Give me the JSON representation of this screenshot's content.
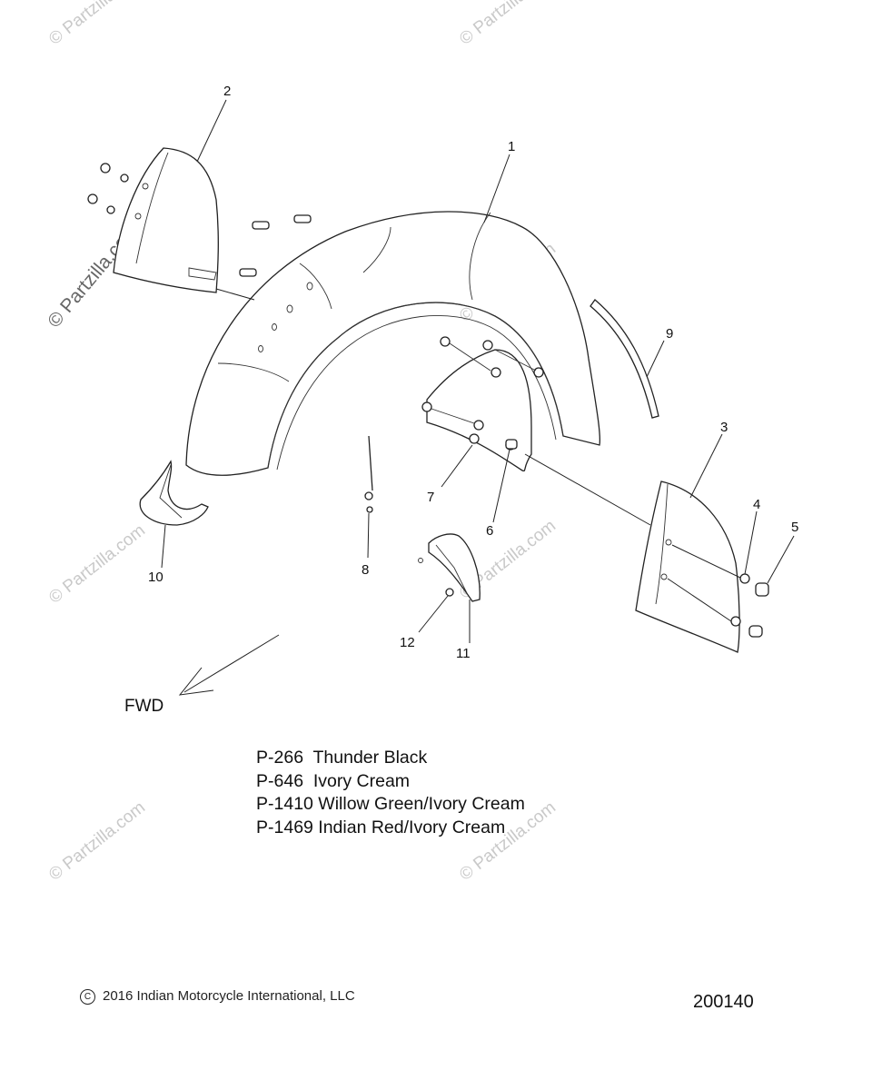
{
  "callouts": [
    {
      "id": "callout-1",
      "label": "1"
    },
    {
      "id": "callout-2",
      "label": "2"
    },
    {
      "id": "callout-3",
      "label": "3"
    },
    {
      "id": "callout-4",
      "label": "4"
    },
    {
      "id": "callout-5",
      "label": "5"
    },
    {
      "id": "callout-6",
      "label": "6"
    },
    {
      "id": "callout-7",
      "label": "7"
    },
    {
      "id": "callout-8",
      "label": "8"
    },
    {
      "id": "callout-9",
      "label": "9"
    },
    {
      "id": "callout-10",
      "label": "10"
    },
    {
      "id": "callout-11",
      "label": "11"
    },
    {
      "id": "callout-12",
      "label": "12"
    }
  ],
  "direction_label": "FWD",
  "color_codes": [
    "P-266  Thunder Black",
    "P-646  Ivory Cream",
    "P-1410 Willow Green/Ivory Cream",
    "P-1469 Indian Red/Ivory Cream"
  ],
  "watermark_text": "© Partzilla.com",
  "copyright_symbol": "C",
  "copyright_text": "2016 Indian Motorcycle International, LLC",
  "diagram_number": "200140",
  "colors": {
    "ink": "#111111",
    "watermark": "#c9c9c9"
  }
}
